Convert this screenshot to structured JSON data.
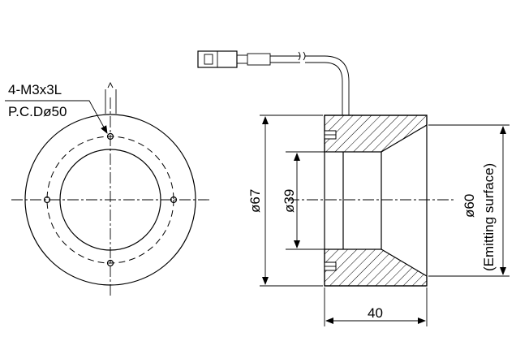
{
  "labels": {
    "hole_spec": "4-M3x3L",
    "pcd": "P.C.Dø50",
    "outer_diameter": "ø67",
    "inner_diameter": "ø39",
    "emitting_diameter": "ø60",
    "emitting_note": "(Emitting surface)",
    "length": "40"
  }
}
